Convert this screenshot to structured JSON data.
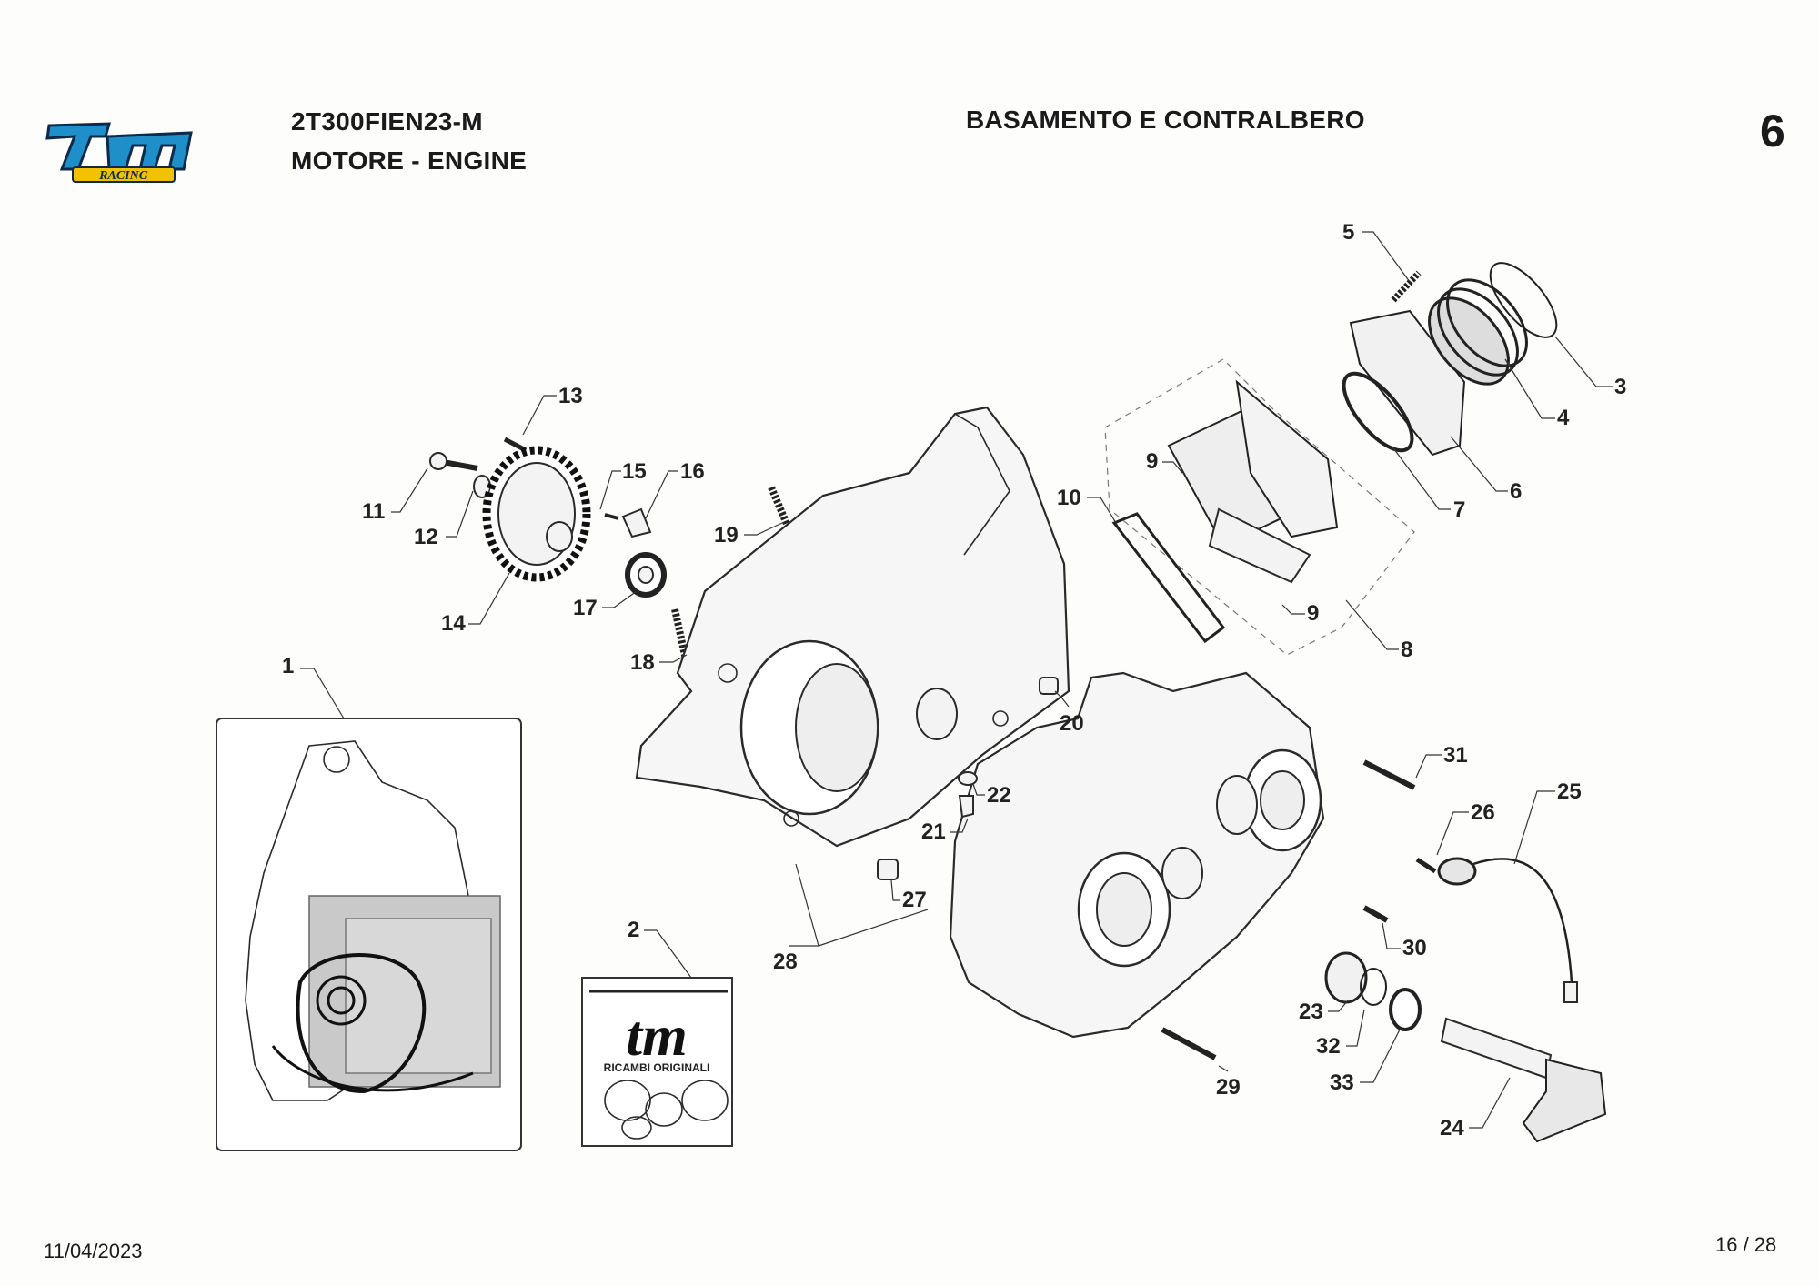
{
  "header": {
    "model_code": "2T300FIEN23-M",
    "subtitle": "MOTORE - ENGINE",
    "section_title": "BASAMENTO E CONTRALBERO",
    "page_section_number": "6"
  },
  "logo": {
    "text": "tm",
    "sub_text": "RACING",
    "color": "#1e8fc8",
    "outline": "#0d2a4a",
    "sub_color": "#f2c200"
  },
  "kit_label": {
    "brand": "tm",
    "caption": "RICAMBI ORIGINALI"
  },
  "callouts": [
    "1",
    "2",
    "3",
    "4",
    "5",
    "6",
    "7",
    "8",
    "9",
    "9",
    "10",
    "11",
    "12",
    "13",
    "14",
    "15",
    "16",
    "17",
    "18",
    "19",
    "20",
    "21",
    "22",
    "23",
    "24",
    "25",
    "26",
    "27",
    "28",
    "29",
    "30",
    "31",
    "32",
    "33"
  ],
  "footer": {
    "date": "11/04/2023",
    "pagination": "16 / 28"
  }
}
